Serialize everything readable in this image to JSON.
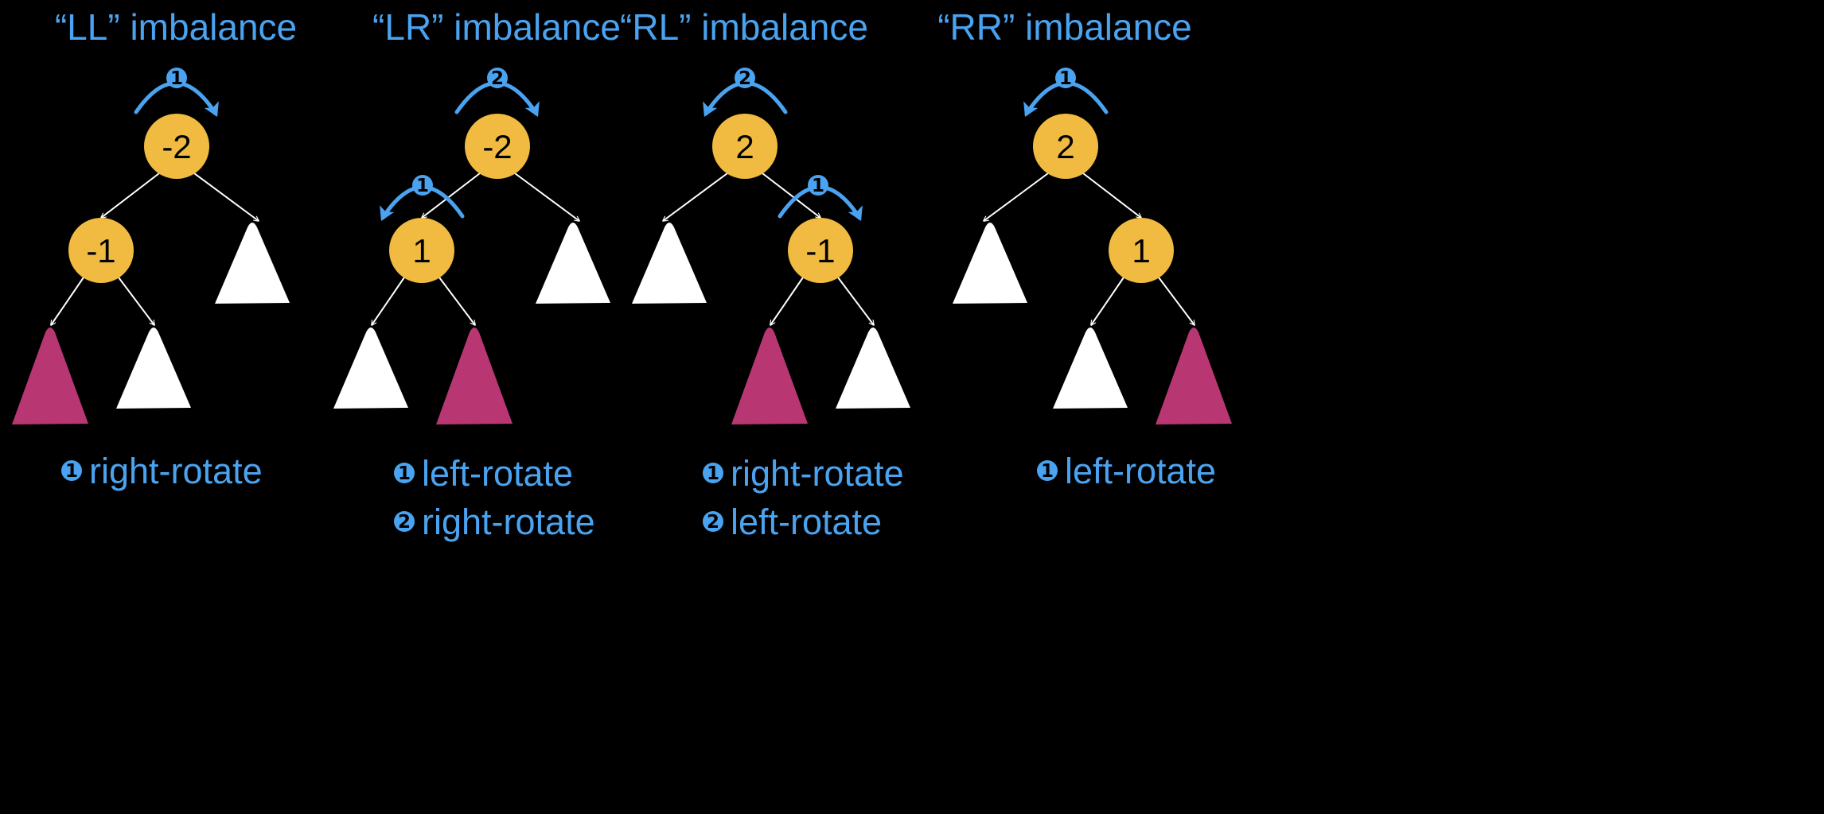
{
  "colors": {
    "background": "#000000",
    "accent": "#4aa3f0",
    "node": "#f0bb40",
    "subtree": "#ffffff",
    "heavy_subtree": "#b83672",
    "edge": "#ffffff"
  },
  "panels": [
    {
      "title": "“LL” imbalance",
      "top_node": "-2",
      "top_arrow_badge": "1",
      "top_arrow_direction": "clockwise",
      "child_node": "-1",
      "child_side": "left",
      "child_arrow_badge": "",
      "child_arrow_direction": "",
      "heavy_grandchild": "left",
      "steps": [
        {
          "badge": "1",
          "label": "right-rotate"
        }
      ]
    },
    {
      "title": "“LR” imbalance",
      "top_node": "-2",
      "top_arrow_badge": "2",
      "top_arrow_direction": "clockwise",
      "child_node": "1",
      "child_side": "left",
      "child_arrow_badge": "1",
      "child_arrow_direction": "counterclockwise",
      "heavy_grandchild": "right",
      "steps": [
        {
          "badge": "1",
          "label": "left-rotate"
        },
        {
          "badge": "2",
          "label": "right-rotate"
        }
      ]
    },
    {
      "title": "“RL” imbalance",
      "top_node": "2",
      "top_arrow_badge": "2",
      "top_arrow_direction": "counterclockwise",
      "child_node": "-1",
      "child_side": "right",
      "child_arrow_badge": "1",
      "child_arrow_direction": "clockwise",
      "heavy_grandchild": "left",
      "steps": [
        {
          "badge": "1",
          "label": "right-rotate"
        },
        {
          "badge": "2",
          "label": "left-rotate"
        }
      ]
    },
    {
      "title": "“RR” imbalance",
      "top_node": "2",
      "top_arrow_badge": "1",
      "top_arrow_direction": "counterclockwise",
      "child_node": "1",
      "child_side": "right",
      "child_arrow_badge": "",
      "child_arrow_direction": "",
      "heavy_grandchild": "right",
      "steps": [
        {
          "badge": "1",
          "label": "left-rotate"
        }
      ]
    }
  ]
}
